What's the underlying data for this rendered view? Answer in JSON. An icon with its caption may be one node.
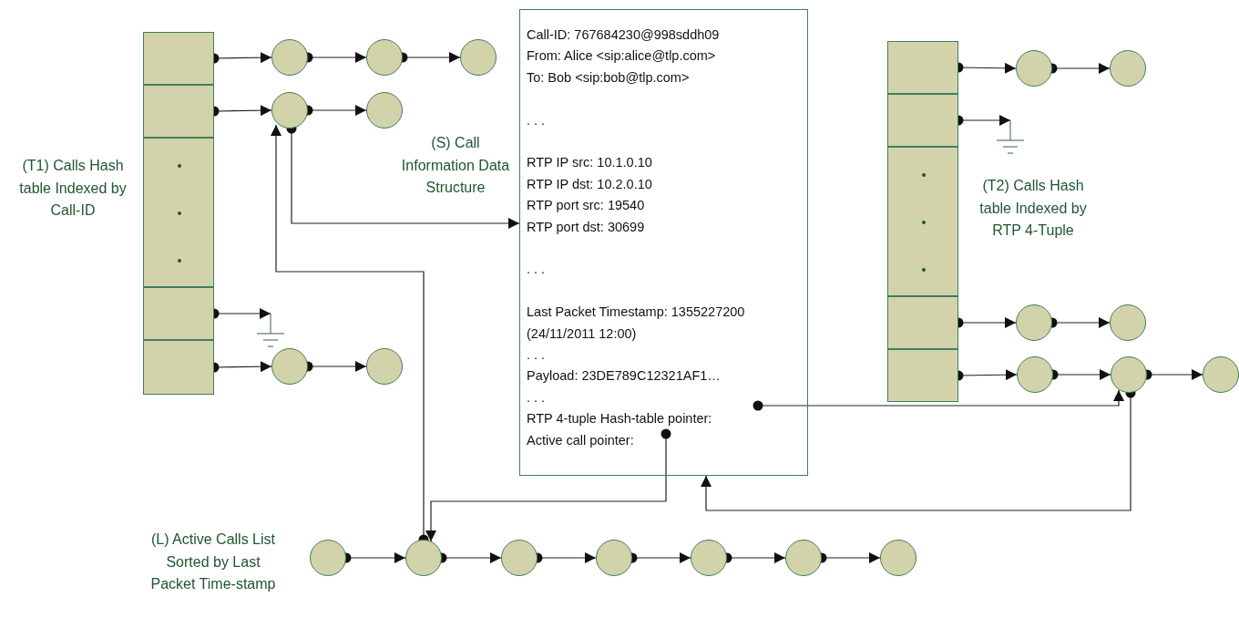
{
  "diagram": {
    "nodes": [
      {
        "text": [],
        "shape": "box",
        "beside": [
          "(T1) Calls Hash table Indexed by Call-ID"
        ]
      },
      {
        "text": [],
        "shape": "box",
        "in": 0
      },
      {
        "text": [],
        "shape": "box",
        "in": 0
      },
      {
        "text": [],
        "shape": "box",
        "in": 0
      },
      {
        "text": [],
        "shape": "box",
        "in": 0
      },
      {
        "text": [],
        "shape": "box",
        "in": 0
      },
      {
        "text": [],
        "shape": "circle"
      },
      {
        "text": [],
        "shape": "circle"
      },
      {
        "text": [],
        "shape": "circle"
      },
      {
        "text": [],
        "shape": "circle"
      },
      {
        "text": [],
        "shape": "circle"
      },
      {
        "text": [],
        "shape": "ground"
      },
      {
        "text": [],
        "shape": "circle"
      },
      {
        "text": [],
        "shape": "circle"
      },
      {
        "text": [
          "Call-ID: 767684230@998sddh09",
          "From: Alice <sip:alice@tlp.com>",
          "To: Bob <sip:bob@tlp.com>",
          ". . .",
          "RTP IP src: 10.1.0.10",
          "RTP IP dst: 10.2.0.10",
          "RTP port src: 19540",
          "RTP port dst: 30699",
          ". . .",
          "Last Packet Timestamp: 1355227200 (24/11/2011 12:00)",
          ". . .",
          "Payload: 23DE789C12321AF1…",
          ". . .",
          "RTP 4-tuple Hash-table pointer:",
          "Active call pointer:"
        ],
        "beside": [
          "(S) Call Information Data Structure"
        ]
      },
      {
        "text": [],
        "shape": "box",
        "beside": [
          "(T2) Calls Hash table Indexed by RTP 4-Tuple"
        ]
      },
      {
        "text": [],
        "shape": "box",
        "in": 15
      },
      {
        "text": [],
        "shape": "box",
        "in": 15
      },
      {
        "text": [],
        "shape": "box",
        "in": 15
      },
      {
        "text": [],
        "shape": "box",
        "in": 15
      },
      {
        "text": [],
        "shape": "box",
        "in": 15
      },
      {
        "text": [],
        "shape": "circle"
      },
      {
        "text": [],
        "shape": "circle"
      },
      {
        "text": [],
        "shape": "ground"
      },
      {
        "text": [],
        "shape": "circle"
      },
      {
        "text": [],
        "shape": "circle"
      },
      {
        "text": [],
        "shape": "circle"
      },
      {
        "text": [],
        "shape": "circle"
      },
      {
        "text": [],
        "shape": "circle"
      },
      {
        "text": [],
        "shape": "circle"
      },
      {
        "text": [],
        "shape": "circle"
      },
      {
        "text": [],
        "shape": "circle"
      },
      {
        "text": [],
        "shape": "circle"
      },
      {
        "text": [],
        "shape": "circle"
      },
      {
        "text": [],
        "shape": "circle"
      },
      {
        "text": [],
        "shape": "circle"
      }
    ],
    "edges": [
      {
        "from": 1,
        "to": 6,
        "arrow": "to"
      },
      {
        "from": 6,
        "to": 7,
        "arrow": "to"
      },
      {
        "from": 7,
        "to": 8,
        "arrow": "to"
      },
      {
        "from": 2,
        "to": 9,
        "arrow": "to"
      },
      {
        "from": 9,
        "to": 10,
        "arrow": "to"
      },
      {
        "from": 4,
        "to": 11,
        "arrow": "to"
      },
      {
        "from": 5,
        "to": 12,
        "arrow": "to"
      },
      {
        "from": 12,
        "to": 13,
        "arrow": "to"
      },
      {
        "from": 9,
        "to": 14,
        "arrow": "to"
      },
      {
        "from": 30,
        "to": 9,
        "arrow": "to"
      },
      {
        "from": 14,
        "to": 30,
        "arrow": "to"
      },
      {
        "from": 14,
        "to": 27,
        "arrow": "to"
      },
      {
        "from": 27,
        "to": 14,
        "arrow": "to"
      },
      {
        "from": 16,
        "to": 21,
        "arrow": "to"
      },
      {
        "from": 21,
        "to": 22,
        "arrow": "to"
      },
      {
        "from": 17,
        "to": 23,
        "arrow": "to"
      },
      {
        "from": 19,
        "to": 24,
        "arrow": "to"
      },
      {
        "from": 24,
        "to": 25,
        "arrow": "to"
      },
      {
        "from": 20,
        "to": 26,
        "arrow": "to"
      },
      {
        "from": 26,
        "to": 27,
        "arrow": "to"
      },
      {
        "from": 27,
        "to": 28,
        "arrow": "to"
      },
      {
        "from": 29,
        "to": 30,
        "arrow": "to"
      },
      {
        "from": 30,
        "to": 31,
        "arrow": "to"
      },
      {
        "from": 31,
        "to": 32,
        "arrow": "to"
      },
      {
        "from": 32,
        "to": 33,
        "arrow": "to"
      },
      {
        "from": 33,
        "to": 34,
        "arrow": "to"
      },
      {
        "from": 34,
        "to": 35,
        "arrow": "to"
      }
    ],
    "labels": [
      "(L) Active Calls List Sorted by Last Packet Time-stamp"
    ]
  }
}
